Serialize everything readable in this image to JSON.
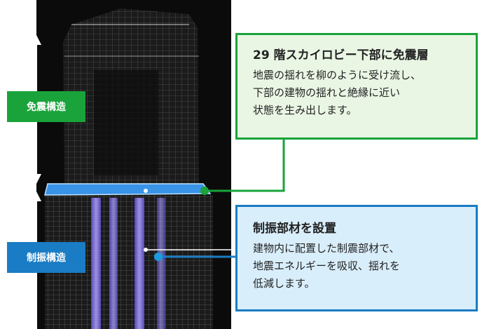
{
  "labels": {
    "seismic_isolation": "免震構造",
    "vibration_control": "制振構造"
  },
  "callouts": {
    "isolation": {
      "title": "29 階スカイロビー下部に免震層",
      "lines": [
        "地震の揺れを柳のように受け流し、",
        "下部の建物の揺れと絶縁に近い",
        "状態を生み出します。"
      ]
    },
    "damping": {
      "title": "制振部材を設置",
      "lines": [
        "建物内に配置した制震部材で、",
        "地震エネルギーを吸収、揺れを",
        "低減します。"
      ]
    }
  },
  "colors": {
    "green": "#1aa33a",
    "green_bg": "#e9f6e4",
    "blue": "#1a7cc4",
    "blue_bg": "#d9eefb",
    "building_bg": "#0b0b0b"
  }
}
